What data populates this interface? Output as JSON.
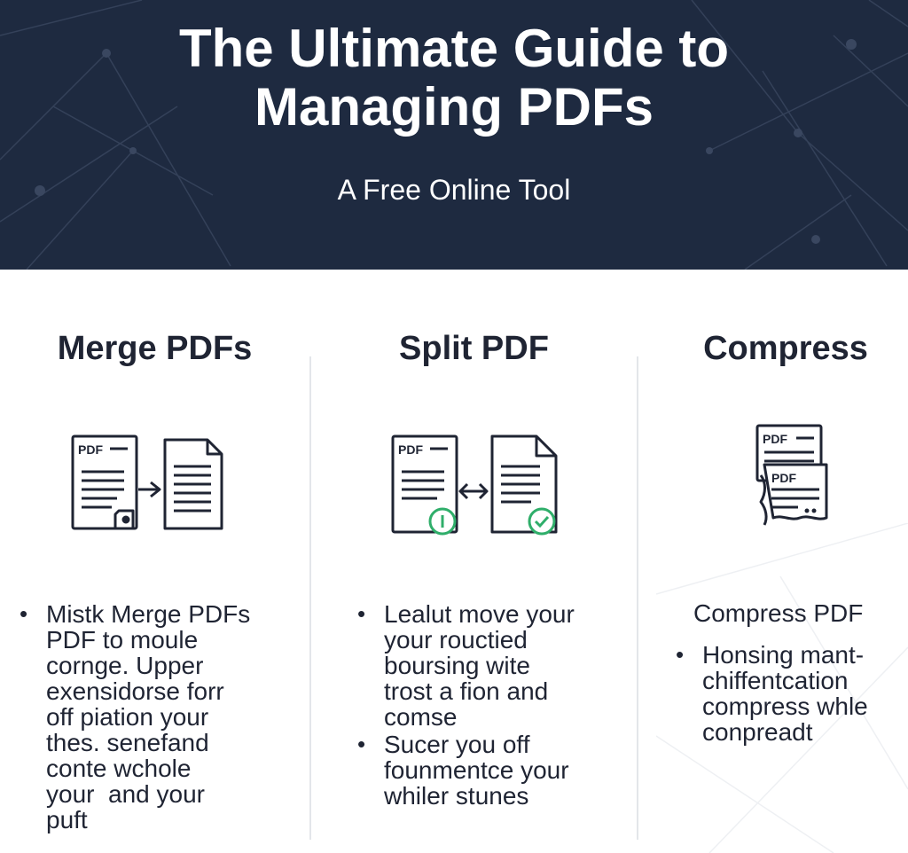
{
  "hero": {
    "title_line1": "The Ultimate Guide to",
    "title_line2": "Managing PDFs",
    "subtitle": "A Free Online Tool"
  },
  "colors": {
    "hero_bg": "#1e2a40",
    "text": "#1f2433",
    "icon_stroke": "#1f2433",
    "accent_green": "#2fae6a"
  },
  "sections": [
    {
      "title": "Merge PDFs",
      "icon": "merge-pdf-icon",
      "doc_label": "PDF",
      "bullets": [
        [
          "Mistk Merge PDFs",
          "PDF to moule",
          "cornge. Upper",
          "exensidorse forr",
          "off piation your",
          "thes. senefand",
          "conte wchole",
          "your  and your",
          "puft"
        ]
      ]
    },
    {
      "title": "Split PDF",
      "icon": "split-pdf-icon",
      "doc_label": "PDF",
      "bullets": [
        [
          "Lealut move your",
          "your rouctied",
          "boursing wite",
          "trost a fion and",
          "comse"
        ],
        [
          "Sucer you off",
          "founmentce your",
          "whiler stunes"
        ]
      ]
    },
    {
      "title": "Compress",
      "icon": "compress-pdf-icon",
      "doc_label_top": "PDF",
      "doc_label_bottom": "PDF",
      "subhead": "Compress PDF",
      "bullets": [
        [
          "Honsing mant-",
          "chiffentcation",
          "compress whle",
          "conpreadt"
        ]
      ]
    }
  ]
}
